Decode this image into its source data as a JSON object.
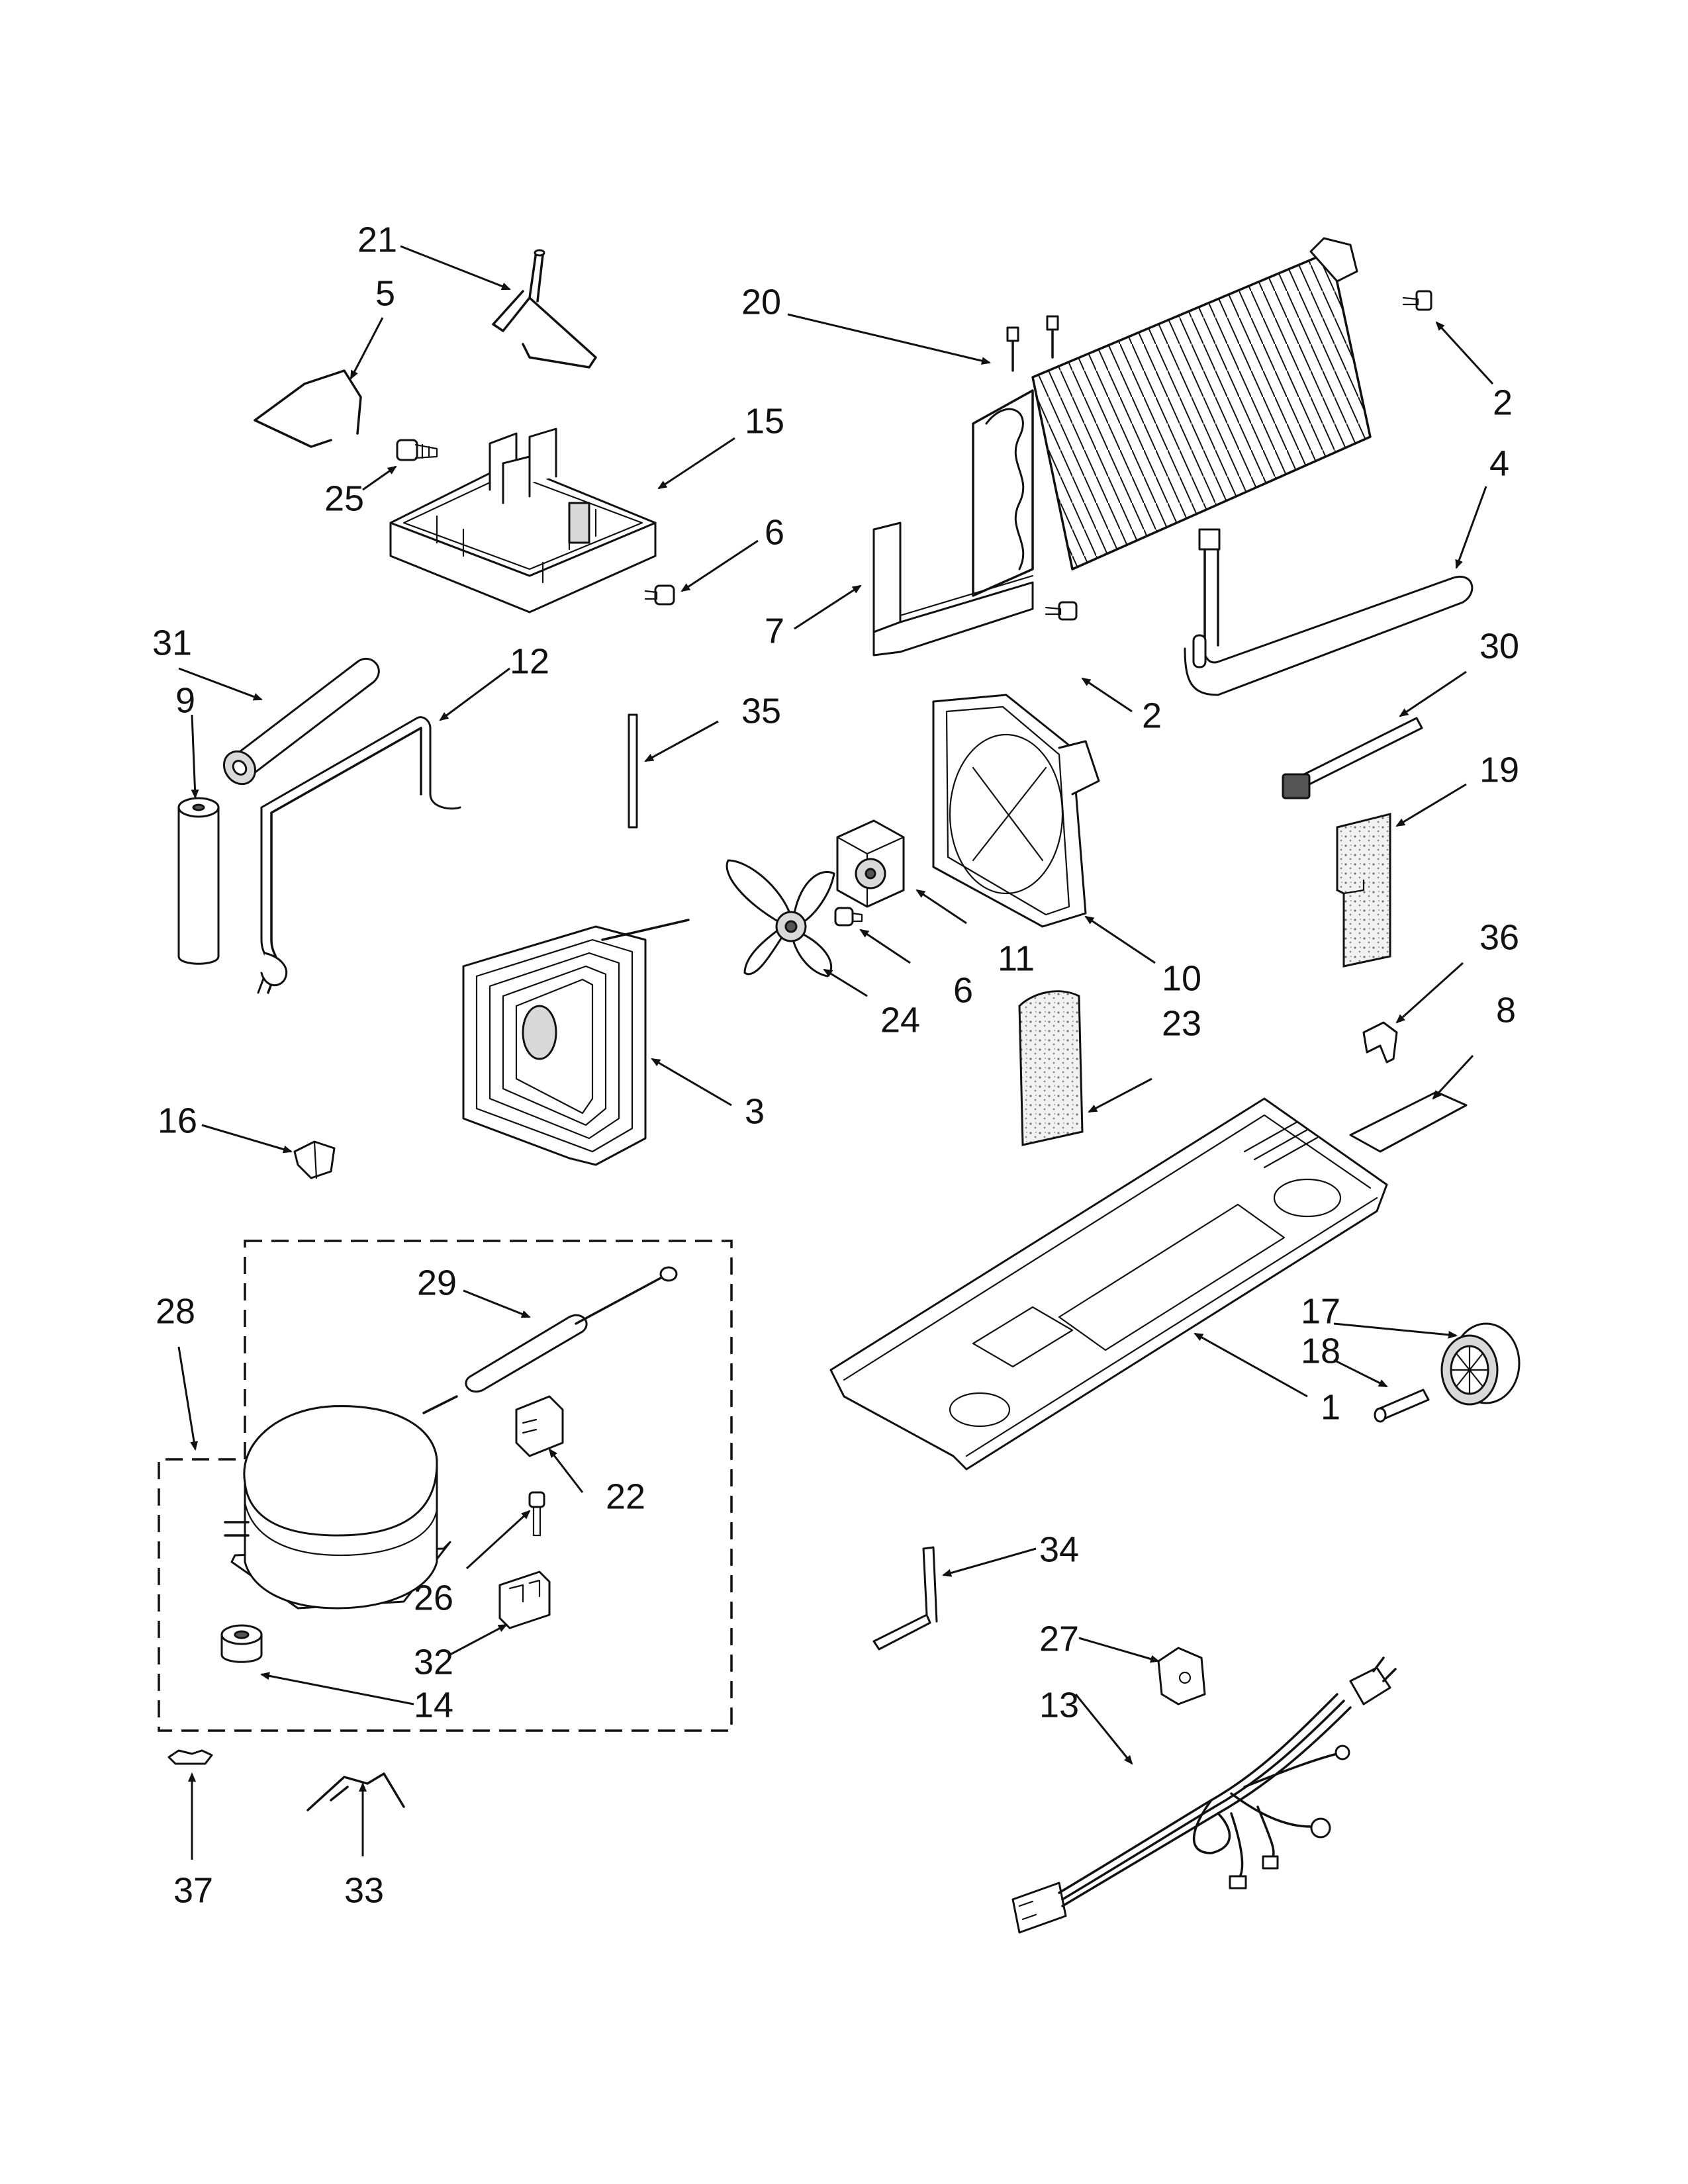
{
  "diagram": {
    "callouts": [
      "21",
      "5",
      "25",
      "15",
      "20",
      "2",
      "4",
      "6",
      "7",
      "2",
      "31",
      "12",
      "9",
      "35",
      "30",
      "19",
      "11",
      "10",
      "24",
      "6",
      "23",
      "36",
      "3",
      "8",
      "16",
      "17",
      "18",
      "1",
      "28",
      "29",
      "22",
      "26",
      "32",
      "14",
      "34",
      "27",
      "13",
      "37",
      "33"
    ]
  }
}
